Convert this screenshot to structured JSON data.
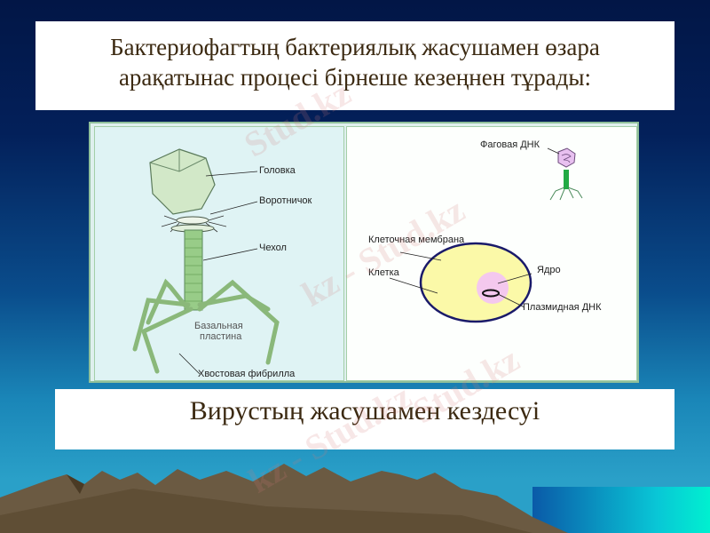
{
  "slide": {
    "title_line1": "Бактериофагтың бактериялық жасушамен  өзара",
    "title_line2": "арақатынас процесі бірнеше кезеңнен тұрады:",
    "subtitle": "Вирустың жасушамен кездесуі"
  },
  "figure": {
    "left_panel": {
      "labels": {
        "head": "Головка",
        "collar": "Воротничок",
        "sheath": "Чехол",
        "baseplate_line1": "Базальная",
        "baseplate_line2": "пластина",
        "tail_fiber": "Хвостовая фибрилла"
      }
    },
    "right_panel": {
      "labels": {
        "phage_dna": "Фаговая ДНК",
        "cell_membrane": "Клеточная мембрана",
        "cell": "Клетка",
        "nucleus": "Ядро",
        "plasmid_dna": "Плазмидная ДНК"
      }
    }
  },
  "watermark": {
    "text1": "Stud.kz",
    "text2": "kz - Stud.kz"
  },
  "colors": {
    "title_text": "#3c2a12",
    "background_top": "#021646",
    "background_bottom": "#2aa0c8",
    "cell_fill": "#fbf9a8",
    "cell_border": "#1a1a6a",
    "nucleus_fill": "#f4c8ee",
    "phage_tail": "#22aa44",
    "mountain": "#6b5a42"
  }
}
